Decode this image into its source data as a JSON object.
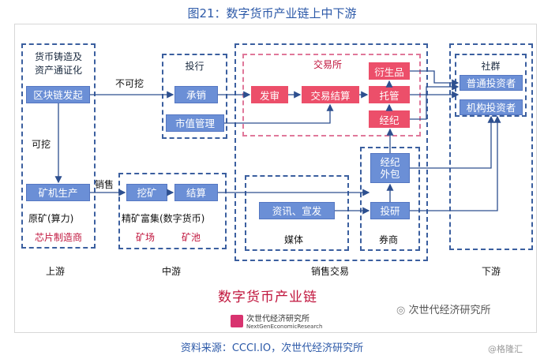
{
  "title": "图21：数字货币产业链上中下游",
  "source": "资料来源：CCCI.IO，次世代经济研究所",
  "footer_brand": "@格隆汇",
  "watermark": "次世代经济研究所",
  "bottom_title": "数字货币产业链",
  "logo": {
    "name_cn": "次世代经济研究所",
    "name_en": "NextGenEconomicResearch"
  },
  "upstream": {
    "label": "上游",
    "heading_line1": "货币铸造及",
    "heading_line2": "资产通证化",
    "blockchain_issue": "区块链发起",
    "mining_machine": "矿机生产",
    "raw_ore": "原矿(算力)",
    "chip_making": "芯片制造商",
    "mineable": "可挖",
    "not_mineable": "不可挖"
  },
  "midstream": {
    "label": "中游",
    "investment_bank": "投行",
    "underwriting": "承销",
    "market_cap_mgmt": "市值管理",
    "sales": "销售",
    "mining": "挖矿",
    "settlement": "结算",
    "concentrate": "精矿富集(数字货币)",
    "mine_field": "矿场",
    "mine_pool": "矿池"
  },
  "sales_trading": {
    "label": "销售交易",
    "exchange": "交易所",
    "issue": "发审",
    "trade_settlement": "交易结算",
    "custody": "托管",
    "derivatives": "衍生品",
    "brokerage": "经纪",
    "broker_outsourcing_l1": "经纪",
    "broker_outsourcing_l2": "外包",
    "info_promo": "资讯、宣发",
    "investment_research": "投研",
    "media": "媒体",
    "securities_firm": "券商"
  },
  "downstream": {
    "label": "下游",
    "community": "社群",
    "retail_investors": "普通投资者",
    "institutional_investors": "机构投资者"
  }
}
